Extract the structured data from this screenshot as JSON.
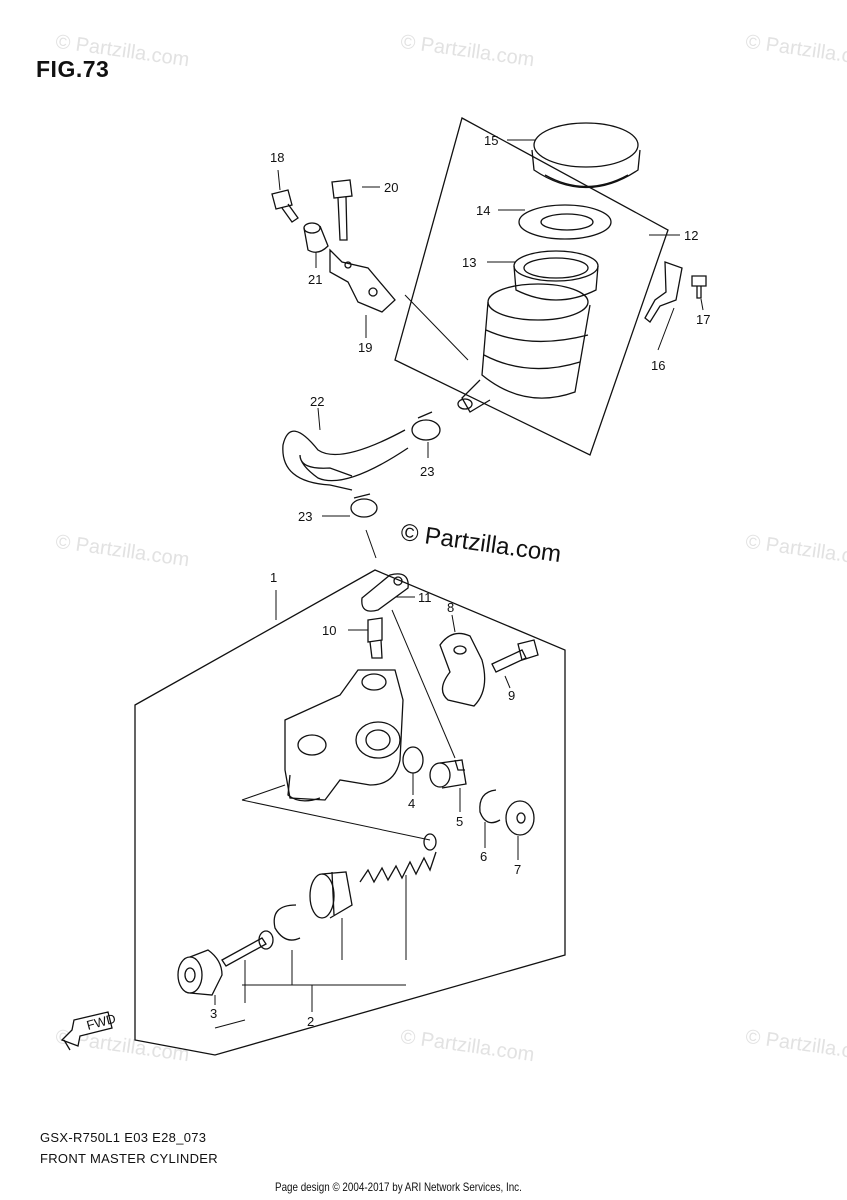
{
  "figure_label": "FIG.73",
  "watermark": {
    "text": "© Partzilla.com",
    "center_text": "© Partzilla.com"
  },
  "diagram": {
    "callouts": [
      "1",
      "2",
      "3",
      "4",
      "5",
      "6",
      "7",
      "8",
      "9",
      "10",
      "11",
      "12",
      "13",
      "14",
      "15",
      "16",
      "17",
      "18",
      "19",
      "20",
      "21",
      "22",
      "23",
      "23"
    ],
    "fwd_label": "FWD"
  },
  "footer": {
    "model_code": "GSX-R750L1 E03 E28_073",
    "title": "FRONT MASTER CYLINDER",
    "credit": "Page design © 2004-2017 by ARI Network Services, Inc."
  }
}
